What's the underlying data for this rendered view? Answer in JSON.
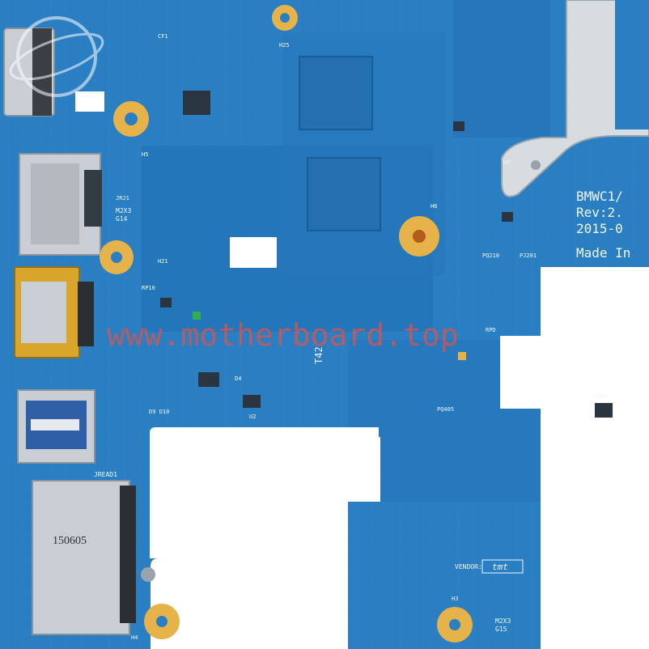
{
  "watermark": {
    "text": "www.motherboard.top",
    "color": "#d9534f"
  },
  "board": {
    "id_text": "BMWC1/",
    "rev_text": "Rev:2.",
    "date_text": "2015-0",
    "made_text": "Made In",
    "vendor_label": "VENDOR:",
    "vendor_value": "tmt"
  },
  "sd_card": {
    "label": "150605"
  },
  "silkscreen": {
    "jread": "JREAD1",
    "m2x3_left": "M2X3",
    "g14": "G14",
    "m2x3_bottom": "M2X3",
    "g15": "G15",
    "t42": "T42",
    "h21": "H21",
    "h5": "H5",
    "h25": "H25",
    "h6": "H6",
    "h3": "H3",
    "h4": "H4",
    "h7": "H7",
    "u3901": "U3901",
    "pq405": "PQ405",
    "pj201": "PJ201",
    "pq210": "PQ210",
    "rp10": "RP10",
    "d9d10": "D9 D10",
    "d4": "D4",
    "u2": "U2",
    "rpd": "RPD",
    "jrj1": "JRJ1",
    "cf1": "CF1"
  },
  "colors": {
    "pcb": "#2a7fc2",
    "pcb_dark": "#1f6aa8",
    "cutout": "#ffffff",
    "metal": "#c9ced4",
    "gold": "#d9a52a",
    "pad": "#e6b24a"
  },
  "icons": [
    "logo-watermark-icon",
    "mounting-hole-icon",
    "hdmi-port-icon",
    "usb-port-icon",
    "ethernet-port-icon",
    "sd-card-slot-icon",
    "heatsink-bracket-icon"
  ]
}
